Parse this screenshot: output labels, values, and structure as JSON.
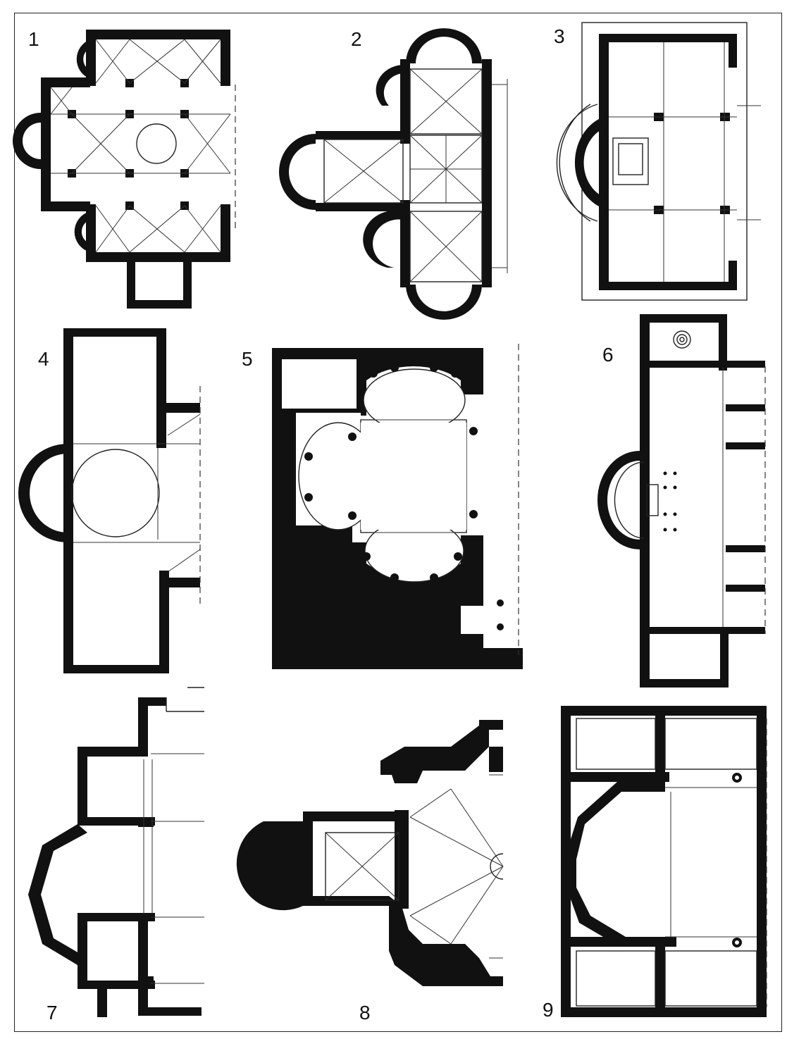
{
  "figure": {
    "plan_labels": [
      "1",
      "2",
      "3",
      "4",
      "5",
      "6",
      "7",
      "8",
      "9"
    ]
  },
  "colors": {
    "background": "#ffffff",
    "ink": "#111111"
  }
}
